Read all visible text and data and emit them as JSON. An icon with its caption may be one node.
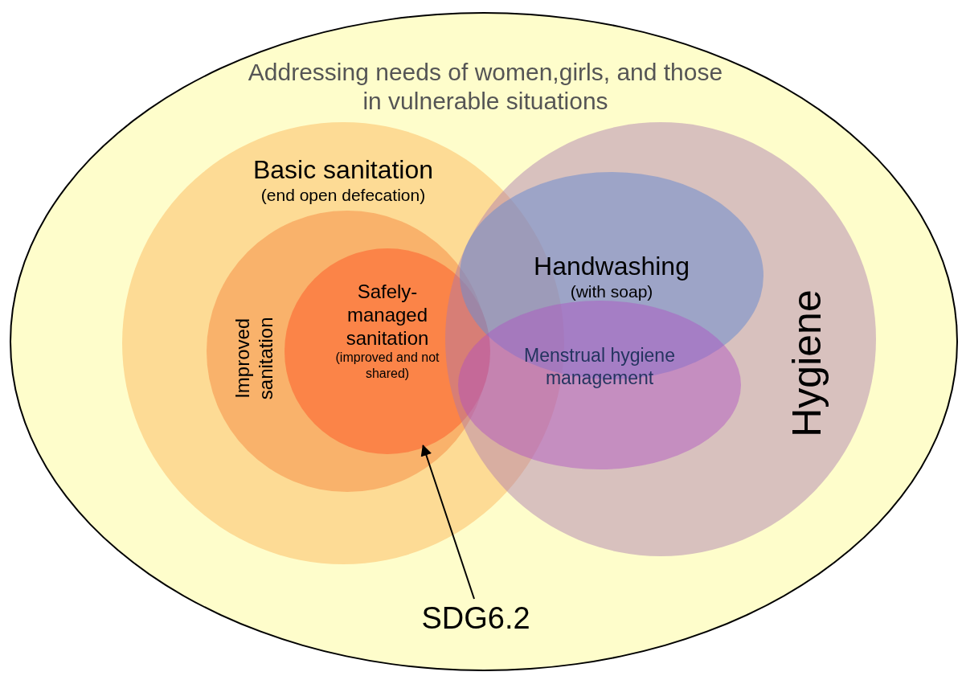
{
  "diagram": {
    "nodes": [
      {
        "text": [
          "Addressing needs of women,girls, and those in vulnerable situations"
        ]
      },
      {
        "text": [
          "Basic sanitation",
          "(end open defecation)"
        ],
        "in": 0
      },
      {
        "text": [
          "Improved sanitation"
        ],
        "in": 1
      },
      {
        "text": [
          "Safely-managed sanitation",
          "(improved and not shared)"
        ],
        "in": 2
      },
      {
        "text": [
          "Hygiene"
        ],
        "in": 0
      },
      {
        "text": [
          "Handwashing",
          "(with soap)"
        ],
        "in": 4
      },
      {
        "text": [
          "Menstrual hygiene management"
        ],
        "in": 4
      },
      {
        "text": [
          "SDG6.2"
        ],
        "in": 0
      }
    ],
    "edges": [
      {
        "from": 7,
        "to": 3,
        "arrow": "to"
      }
    ]
  }
}
